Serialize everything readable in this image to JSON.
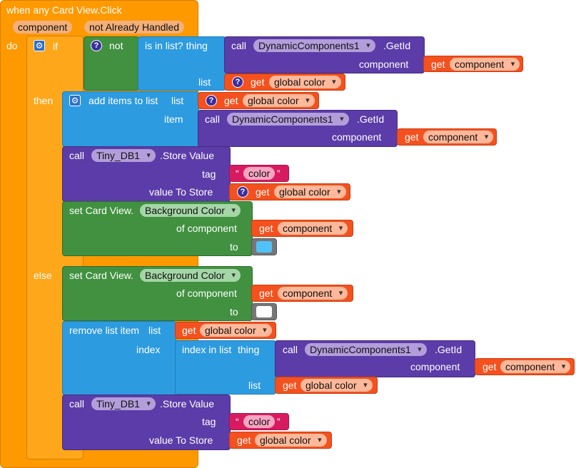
{
  "event": {
    "title": "when any Card View.Click",
    "param_component": "component",
    "param_not_handled": "not Already Handled",
    "do_label": "do"
  },
  "if_block": {
    "if_label": "if",
    "not_label": "not",
    "is_in_list_label": "is in list? thing",
    "list_label": "list",
    "then_label": "then",
    "else_label": "else"
  },
  "common": {
    "call": "call",
    "get": "get",
    "getid": ".GetId",
    "component_label": "component",
    "dynamic_components": "DynamicComponents1",
    "component_var": "component",
    "global_color": "global color",
    "question": "?"
  },
  "then_branch": {
    "add_items": "add items to list",
    "list_label": "list",
    "item_label": "item",
    "store_call": "call",
    "tinydb": "Tiny_DB1",
    "store_value": ".Store Value",
    "tag_label": "tag",
    "tag_value": "color",
    "value_to_store": "value To Store",
    "set_card_view": "set Card View.",
    "background_color": "Background Color",
    "of_component": "of component",
    "to_label": "to",
    "to_color": "#4fc3f7"
  },
  "else_branch": {
    "set_card_view": "set Card View.",
    "background_color": "Background Color",
    "of_component": "of component",
    "to_label": "to",
    "to_color": "#ffffff",
    "remove_list_item": "remove list item",
    "list_label": "list",
    "index_label": "index",
    "index_in_list": "index in list",
    "thing_label": "thing",
    "tinydb": "Tiny_DB1",
    "store_value": ".Store Value",
    "tag_label": "tag",
    "tag_value": "color",
    "value_to_store": "value To Store"
  },
  "quote_open": "“",
  "quote_close": "”"
}
